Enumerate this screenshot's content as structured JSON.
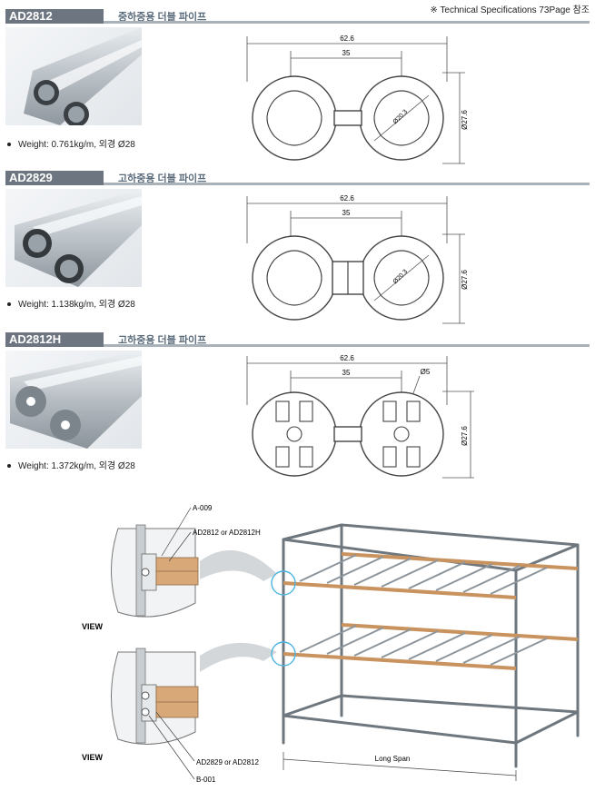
{
  "note": "※ Technical Specifications 73Page 참조",
  "products": [
    {
      "code": "AD2812",
      "title": "중하중용 더블 파이프",
      "weight": "Weight: 0.761kg/m, 외경 Ø28",
      "dims": {
        "overall": "62.6",
        "pitch": "35",
        "inner": "Ø20.3",
        "height": "Ø27.6"
      }
    },
    {
      "code": "AD2829",
      "title": "고하중용 더블 파이프",
      "weight": "Weight: 1.138kg/m, 외경 Ø28",
      "dims": {
        "overall": "62.6",
        "pitch": "35",
        "inner": "Ø20.3",
        "height": "Ø27.6"
      }
    },
    {
      "code": "AD2812H",
      "title": "고하중용 더블 파이프",
      "weight": "Weight: 1.372kg/m, 외경 Ø28",
      "dims": {
        "overall": "62.6",
        "pitch": "35",
        "hole": "Ø5",
        "height": "Ø27.6"
      }
    }
  ],
  "assembly": {
    "label_top_joint": "A-009",
    "label_top_pipe": "AD2812 or AD2812H",
    "label_bottom_pipe": "AD2829 or AD2812",
    "label_bottom_joint": "B-001",
    "view_top": "VIEW",
    "view_bottom": "VIEW",
    "span_label": "Long Span"
  },
  "colors": {
    "header_bar": "#6d7680",
    "title_text": "#5a6b7b",
    "rule": "#a9b1b9",
    "wood": "#d9a878",
    "callout": "#4ab3e0"
  }
}
